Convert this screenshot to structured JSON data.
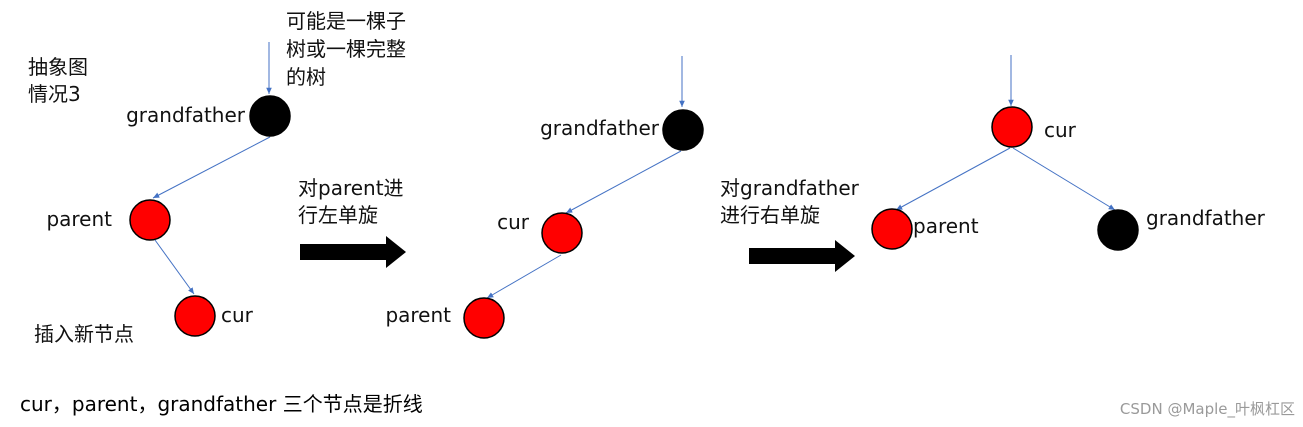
{
  "diagram": {
    "title_lines": [
      "抽象图",
      "情况3"
    ],
    "note_lines": [
      "可能是一棵子",
      "树或一棵完整",
      "的树"
    ],
    "inserted_note": "插入新节点",
    "bottom_caption": "cur，parent，grandfather 三个节点是折线",
    "watermark": "CSDN @Maple_叶枫杠区",
    "trees": [
      {
        "nodes": [
          {
            "id": "grandfather",
            "label": "grandfather",
            "color": "black"
          },
          {
            "id": "parent",
            "label": "parent",
            "color": "red"
          },
          {
            "id": "cur",
            "label": "cur",
            "color": "red"
          }
        ],
        "edges": [
          [
            "grandfather",
            "parent"
          ],
          [
            "parent",
            "cur"
          ]
        ]
      },
      {
        "nodes": [
          {
            "id": "grandfather",
            "label": "grandfather",
            "color": "black"
          },
          {
            "id": "cur",
            "label": "cur",
            "color": "red"
          },
          {
            "id": "parent",
            "label": "parent",
            "color": "red"
          }
        ],
        "edges": [
          [
            "grandfather",
            "cur"
          ],
          [
            "cur",
            "parent"
          ]
        ]
      },
      {
        "nodes": [
          {
            "id": "cur",
            "label": "cur",
            "color": "red"
          },
          {
            "id": "parent",
            "label": "parent",
            "color": "red"
          },
          {
            "id": "grandfather",
            "label": "grandfather",
            "color": "black"
          }
        ],
        "edges": [
          [
            "cur",
            "parent"
          ],
          [
            "cur",
            "grandfather"
          ]
        ]
      }
    ],
    "transitions": [
      {
        "lines": [
          "对parent进",
          "行左单旋"
        ]
      },
      {
        "lines": [
          "对grandfather",
          "进行右单旋"
        ]
      }
    ],
    "colors": {
      "red_node": "#ff0000",
      "black_node": "#000000",
      "edge": "#4472c4",
      "arrow": "#000000"
    }
  }
}
